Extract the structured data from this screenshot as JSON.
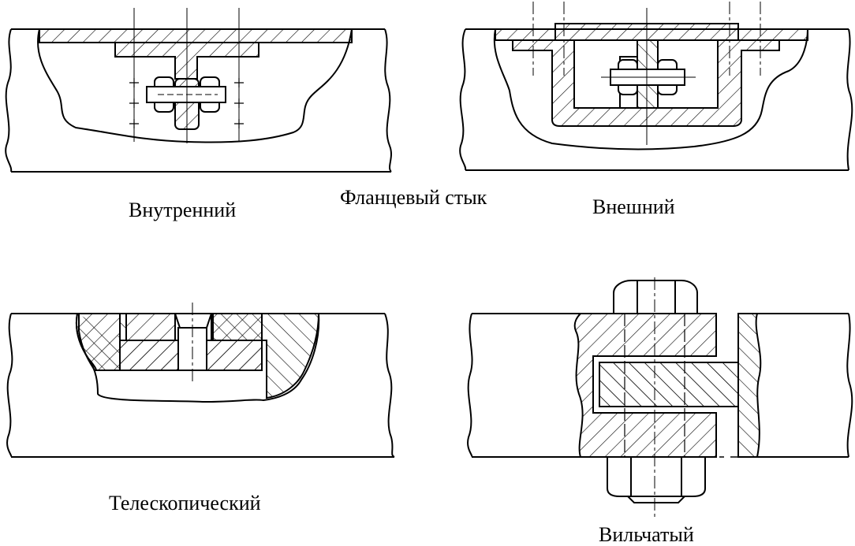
{
  "labels": {
    "title": "Фланцевый стык",
    "internal": "Внутренний",
    "external": "Внешний",
    "telescopic": "Телескопический",
    "forked": "Вильчатый"
  },
  "colors": {
    "line": "#000000",
    "background": "#ffffff"
  }
}
